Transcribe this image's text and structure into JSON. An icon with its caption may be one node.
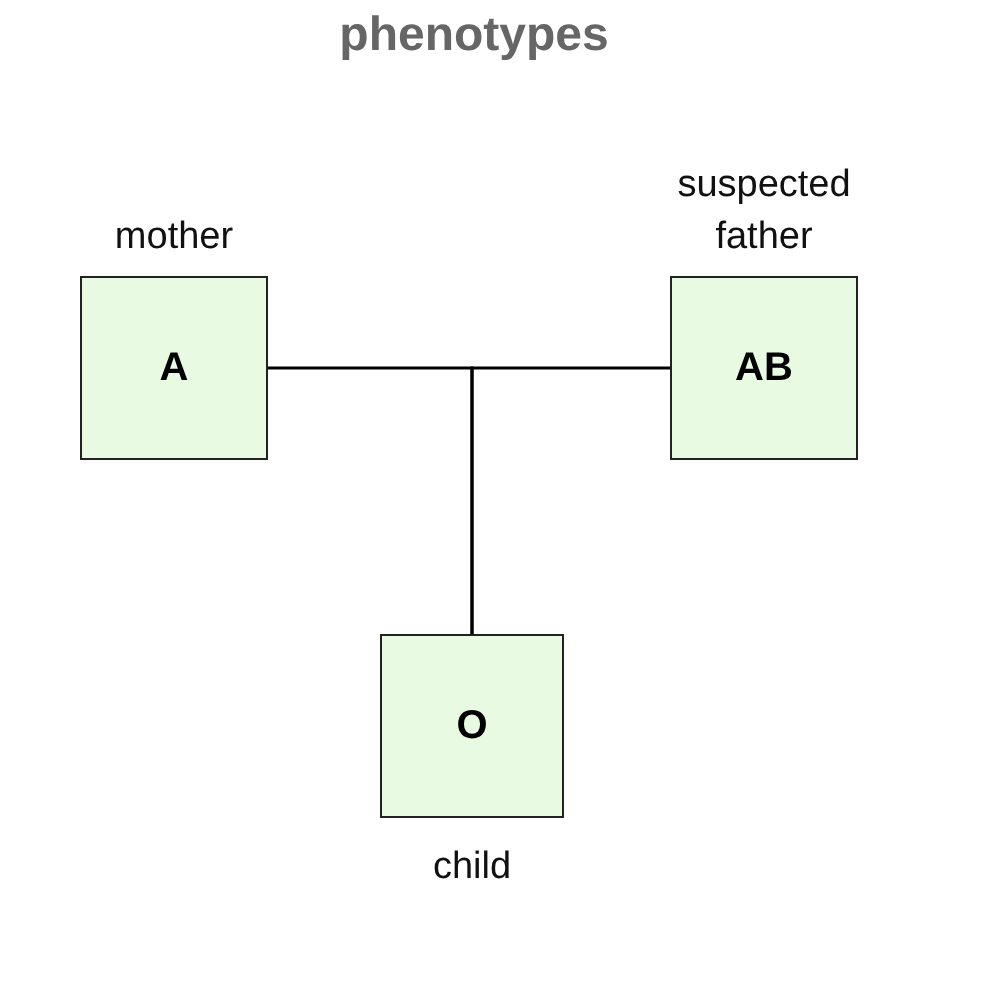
{
  "diagram": {
    "title": "phenotypes",
    "nodes": [
      {
        "text": [
          "A"
        ],
        "beside": [
          "mother"
        ]
      },
      {
        "text": [
          "AB"
        ],
        "beside": [
          "suspected father"
        ]
      },
      {
        "text": [
          "O"
        ],
        "beside": [
          "child"
        ]
      }
    ],
    "edges": [
      {
        "from": 0,
        "to": 2,
        "arrow": "none"
      },
      {
        "from": 1,
        "to": 2,
        "arrow": "none"
      }
    ]
  }
}
